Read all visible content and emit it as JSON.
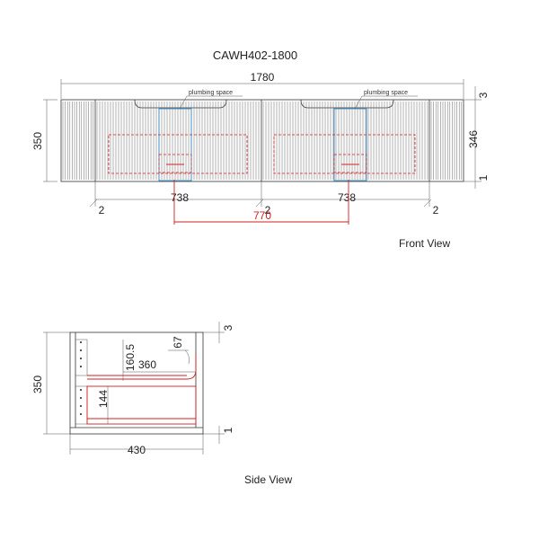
{
  "title": "CAWH402-1800",
  "front_view": {
    "label": "Front View",
    "plumbing_label_1": "plumbing space",
    "plumbing_label_2": "plumbing space",
    "dim_total_width": "1780",
    "dim_height": "350",
    "dim_inner_height": "346",
    "dim_top_gap": "3",
    "dim_bottom_gap": "1",
    "dim_drawer_width_1": "738",
    "dim_drawer_width_2": "738",
    "dim_plumbing_spacing": "770",
    "dim_end_gap_1": "2",
    "dim_end_gap_2": "2",
    "dim_end_gap_3": "2"
  },
  "side_view": {
    "label": "Side View",
    "dim_height": "350",
    "dim_depth": "430",
    "dim_inner_depth": "360",
    "dim_drawer_height_1": "160.5",
    "dim_drawer_height_2": "144",
    "dim_plumbing_radius": "67",
    "dim_top_gap": "3",
    "dim_bottom_gap": "1"
  },
  "colors": {
    "line": "#333333",
    "plumbing_hatch": "#3a9bd5",
    "dimension_highlight": "#d21f1f"
  }
}
